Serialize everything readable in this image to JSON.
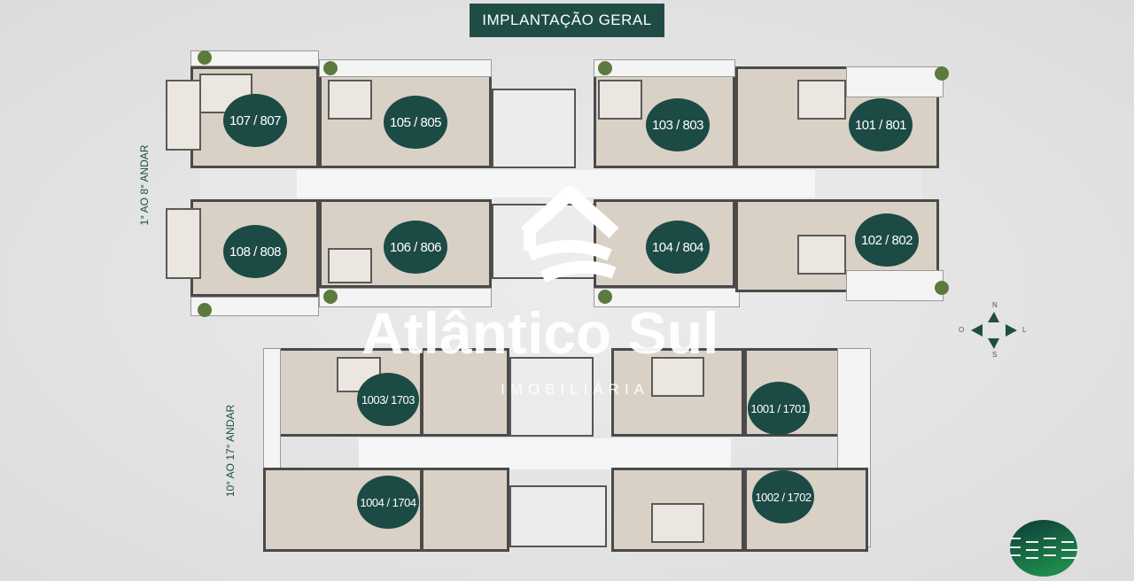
{
  "title": "IMPLANTAÇÃO GERAL",
  "upper_block": {
    "floor_label": "1° AO 8° ANDAR",
    "units": [
      "107 / 807",
      "105 / 805",
      "103 / 803",
      "101 / 801",
      "108 / 808",
      "106 / 806",
      "104 / 804",
      "102 / 802"
    ]
  },
  "lower_block": {
    "floor_label": "10° AO 17° ANDAR",
    "units": [
      "1003/ 1703",
      "1001 / 1701",
      "1004 / 1704",
      "1002 / 1702"
    ]
  },
  "watermark": {
    "brand": "Atlântico Sul",
    "subtitle": "IMOBILIÁRIA"
  },
  "compass": {
    "n": "N",
    "s": "S",
    "o": "O",
    "l": "L"
  },
  "colors": {
    "accent": "#1f4d45",
    "badge": "#1c4a45"
  }
}
